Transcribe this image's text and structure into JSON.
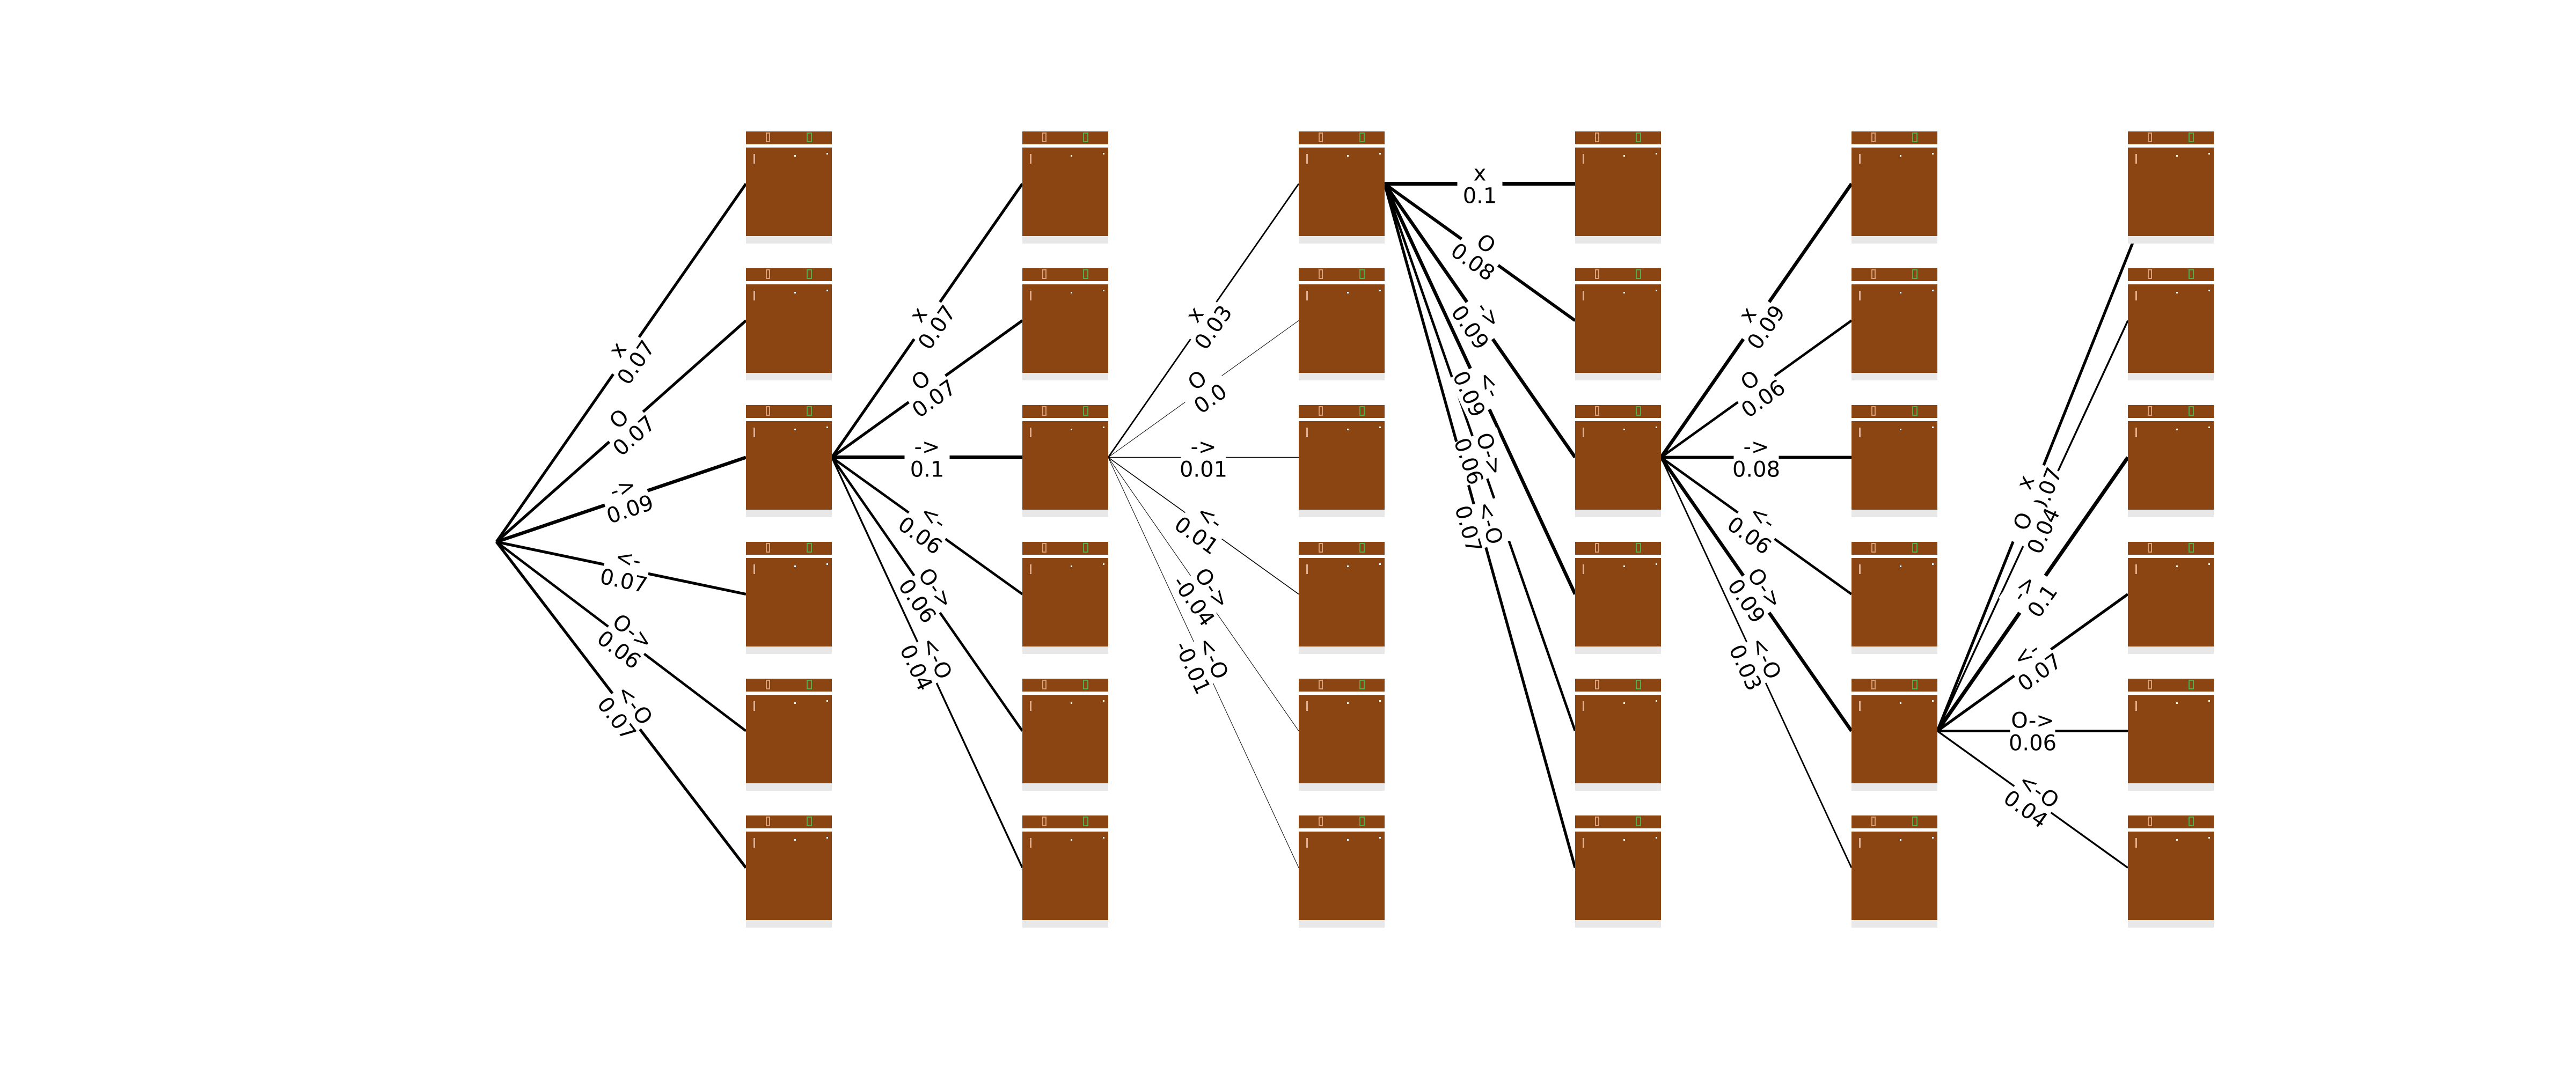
{
  "diagram": {
    "type": "search-tree",
    "colors": {
      "frame_bg": "#8b4513",
      "frame_edge": "#e8e8e8",
      "hud_accent": "#4caf50",
      "edge": "#000000",
      "label_bg": "#ffffff"
    },
    "columns": [
      {
        "depth": 1,
        "frames": 6
      },
      {
        "depth": 2,
        "frames": 6
      },
      {
        "depth": 3,
        "frames": 6
      },
      {
        "depth": 4,
        "frames": 6
      },
      {
        "depth": 5,
        "frames": 6
      },
      {
        "depth": 6,
        "frames": 6
      }
    ],
    "edges": [
      {
        "from": "root",
        "to": "c0r0",
        "action": "x",
        "prob": "0.07"
      },
      {
        "from": "root",
        "to": "c0r1",
        "action": "O",
        "prob": "0.07"
      },
      {
        "from": "root",
        "to": "c0r2",
        "action": "->",
        "prob": "0.09"
      },
      {
        "from": "root",
        "to": "c0r3",
        "action": "<-",
        "prob": "0.07"
      },
      {
        "from": "root",
        "to": "c0r4",
        "action": "O->",
        "prob": "0.06"
      },
      {
        "from": "root",
        "to": "c0r5",
        "action": "<-O",
        "prob": "0.07"
      },
      {
        "from": "c0r2",
        "to": "c1r0",
        "action": "x",
        "prob": "0.07"
      },
      {
        "from": "c0r2",
        "to": "c1r1",
        "action": "O",
        "prob": "0.07"
      },
      {
        "from": "c0r2",
        "to": "c1r2",
        "action": "->",
        "prob": "0.1"
      },
      {
        "from": "c0r2",
        "to": "c1r3",
        "action": "<-",
        "prob": "0.06"
      },
      {
        "from": "c0r2",
        "to": "c1r4",
        "action": "O->",
        "prob": "0.06"
      },
      {
        "from": "c0r2",
        "to": "c1r5",
        "action": "<-O",
        "prob": "0.04"
      },
      {
        "from": "c1r2",
        "to": "c2r0",
        "action": "x",
        "prob": "0.03"
      },
      {
        "from": "c1r2",
        "to": "c2r1",
        "action": "O",
        "prob": "0.0"
      },
      {
        "from": "c1r2",
        "to": "c2r2",
        "action": "->",
        "prob": "0.01"
      },
      {
        "from": "c1r2",
        "to": "c2r3",
        "action": "<-",
        "prob": "0.01"
      },
      {
        "from": "c1r2",
        "to": "c2r4",
        "action": "O->",
        "prob": "-0.04"
      },
      {
        "from": "c1r2",
        "to": "c2r5",
        "action": "<-O",
        "prob": "-0.01"
      },
      {
        "from": "c2r0",
        "to": "c3r0",
        "action": "x",
        "prob": "0.1"
      },
      {
        "from": "c2r0",
        "to": "c3r1",
        "action": "O",
        "prob": "0.08"
      },
      {
        "from": "c2r0",
        "to": "c3r2",
        "action": "->",
        "prob": "0.09"
      },
      {
        "from": "c2r0",
        "to": "c3r3",
        "action": "<-",
        "prob": "0.09"
      },
      {
        "from": "c2r0",
        "to": "c3r4",
        "action": "O->",
        "prob": "0.06"
      },
      {
        "from": "c2r0",
        "to": "c3r5",
        "action": "<-O",
        "prob": "0.07"
      },
      {
        "from": "c3r2",
        "to": "c4r0",
        "action": "x",
        "prob": "0.09"
      },
      {
        "from": "c3r2",
        "to": "c4r1",
        "action": "O",
        "prob": "0.06"
      },
      {
        "from": "c3r2",
        "to": "c4r2",
        "action": "->",
        "prob": "0.08"
      },
      {
        "from": "c3r2",
        "to": "c4r3",
        "action": "<-",
        "prob": "0.06"
      },
      {
        "from": "c3r2",
        "to": "c4r4",
        "action": "O->",
        "prob": "0.09"
      },
      {
        "from": "c3r2",
        "to": "c4r5",
        "action": "<-O",
        "prob": "0.03"
      },
      {
        "from": "c4r4",
        "to": "c5r0",
        "action": "x",
        "prob": "0.07"
      },
      {
        "from": "c4r4",
        "to": "c5r1",
        "action": "O",
        "prob": "0.04"
      },
      {
        "from": "c4r4",
        "to": "c5r2",
        "action": "->",
        "prob": "0.1"
      },
      {
        "from": "c4r4",
        "to": "c5r3",
        "action": "<-",
        "prob": "0.07"
      },
      {
        "from": "c4r4",
        "to": "c5r4",
        "action": "O->",
        "prob": "0.06"
      },
      {
        "from": "c4r4",
        "to": "c5r5",
        "action": "<-O",
        "prob": "0.04"
      }
    ]
  }
}
